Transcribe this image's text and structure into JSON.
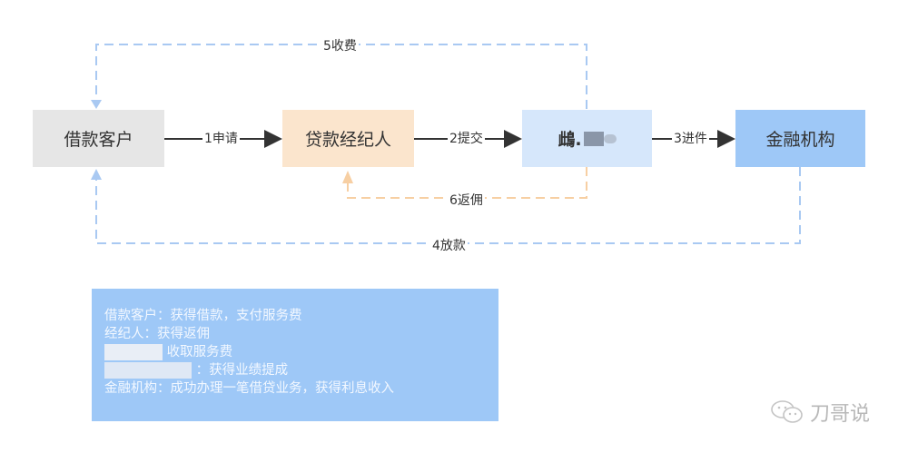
{
  "nodes": {
    "customer": {
      "label": "借款客户",
      "color": "#e6e6e6"
    },
    "broker": {
      "label": "贷款经纪人",
      "color": "#fbe5cd"
    },
    "middle": {
      "label": "䳄.",
      "color": "#d6e7fb"
    },
    "bank": {
      "label": "金融机构",
      "color": "#9ec8f7"
    }
  },
  "edges": {
    "e1": "1申请",
    "e2": "2提交",
    "e3": "3进件",
    "e4": "4放款",
    "e5": "5收费",
    "e6": "6返佣"
  },
  "colors": {
    "blue_dash": "#a9c9f2",
    "orange_dash": "#f7cfa3",
    "arrow": "#333333"
  },
  "summary": {
    "lines": [
      "借款客户：获得借款，支付服务费",
      "经纪人：获得返佣",
      "收取服务费",
      "：获得业绩提成",
      "金融机构：成功办理一笔借贷业务，获得利息收入"
    ]
  },
  "watermark": {
    "text": "刀哥说",
    "icon": "wechat-icon"
  }
}
